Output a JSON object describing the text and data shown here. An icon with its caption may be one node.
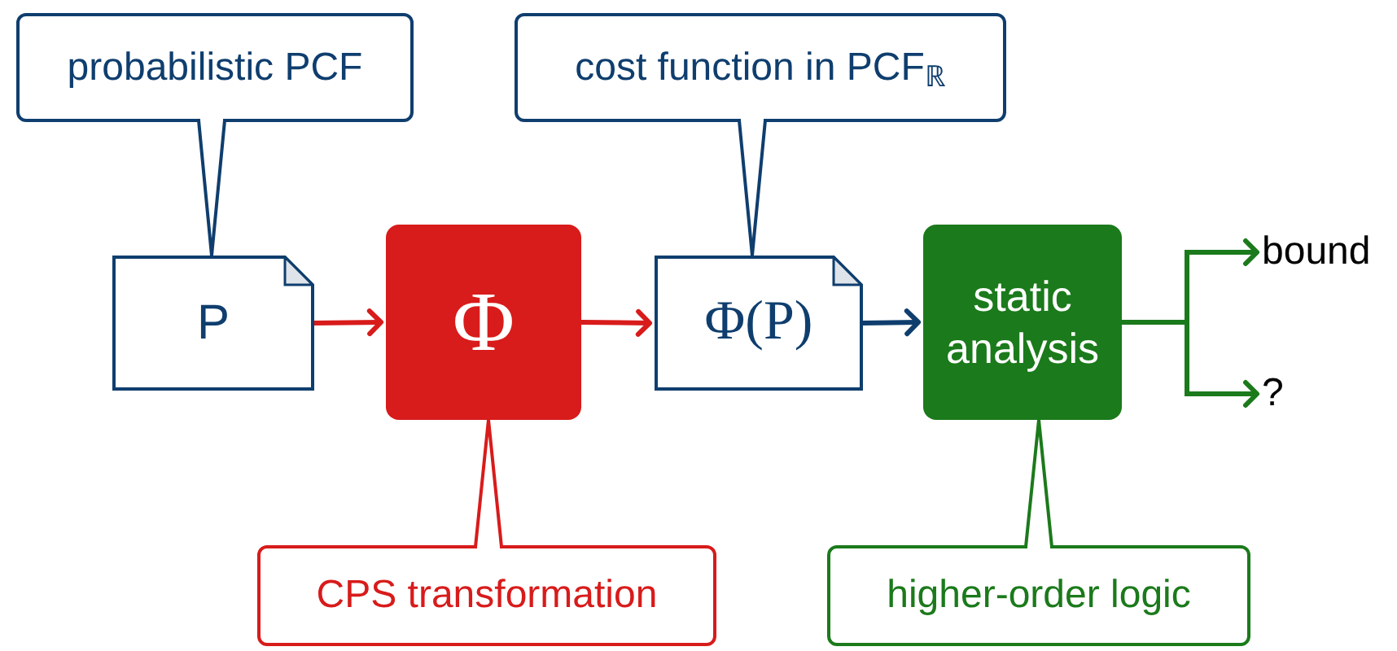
{
  "diagram": {
    "nodes": [
      {
        "text": [
          "probabilistic PCF"
        ]
      },
      {
        "text": [
          "cost function in PCF$_{ℝ}$"
        ]
      },
      {
        "text": [
          "P"
        ]
      },
      {
        "text": [
          "Φ"
        ]
      },
      {
        "text": [
          "Φ(P)"
        ]
      },
      {
        "text": [
          "static analysis"
        ]
      },
      {
        "text": [
          "bound"
        ]
      },
      {
        "text": [
          "?"
        ]
      },
      {
        "text": [
          "CPS transformation"
        ]
      },
      {
        "text": [
          "higher-order logic"
        ]
      }
    ],
    "edges": [
      {
        "from": 0,
        "to": 2,
        "arrow": "none",
        "color": "#0f3e6e"
      },
      {
        "from": 1,
        "to": 4,
        "arrow": "none",
        "color": "#0f3e6e"
      },
      {
        "from": 8,
        "to": 3,
        "arrow": "none",
        "color": "#d81b1b"
      },
      {
        "from": 9,
        "to": 5,
        "arrow": "none",
        "color": "#1b7a1b"
      },
      {
        "from": 2,
        "to": 3,
        "arrow": "to",
        "color": "#d81b1b"
      },
      {
        "from": 3,
        "to": 4,
        "arrow": "to",
        "color": "#d81b1b"
      },
      {
        "from": 4,
        "to": 5,
        "arrow": "to",
        "color": "#0f3e6e"
      },
      {
        "from": 5,
        "to": 6,
        "arrow": "to",
        "color": "#1b7a1b"
      },
      {
        "from": 5,
        "to": 7,
        "arrow": "to",
        "color": "#1b7a1b"
      }
    ]
  }
}
